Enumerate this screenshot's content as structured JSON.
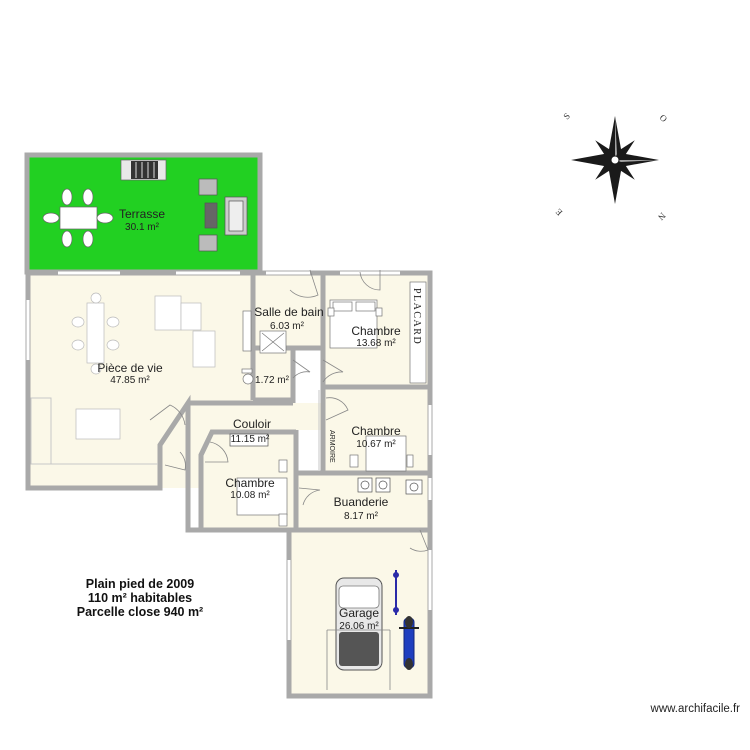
{
  "rooms": {
    "terrasse": {
      "name": "Terrasse",
      "area": "30.1 m²"
    },
    "piece_vie": {
      "name": "Pièce de vie",
      "area": "47.85 m²"
    },
    "salle_bain": {
      "name": "Salle de bain",
      "area": "6.03 m²"
    },
    "wc": {
      "name": "",
      "area": "1.72 m²"
    },
    "chambre1": {
      "name": "Chambre",
      "area": "13.68 m²"
    },
    "chambre2": {
      "name": "Chambre",
      "area": "10.67 m²"
    },
    "couloir": {
      "name": "Couloir",
      "area": "11.15 m²"
    },
    "chambre3": {
      "name": "Chambre",
      "area": "10.08 m²"
    },
    "buanderie": {
      "name": "Buanderie",
      "area": "8.17 m²"
    },
    "garage": {
      "name": "Garage",
      "area": "26.06 m²"
    }
  },
  "fixtures": {
    "placard": "PLACARD",
    "armoire": "ARMOIRE"
  },
  "compass": {
    "s": "S",
    "o": "O",
    "e": "E",
    "n": "N"
  },
  "info": {
    "line1": "Plain pied de 2009",
    "line2": "110 m² habitables",
    "line3": "Parcelle close 940 m²"
  },
  "credit": "www.archifacile.fr",
  "colors": {
    "wall": "#a9a9a9",
    "floor": "#fbf8e8",
    "terrace": "#22d022",
    "compass": "#1a1a1a"
  }
}
